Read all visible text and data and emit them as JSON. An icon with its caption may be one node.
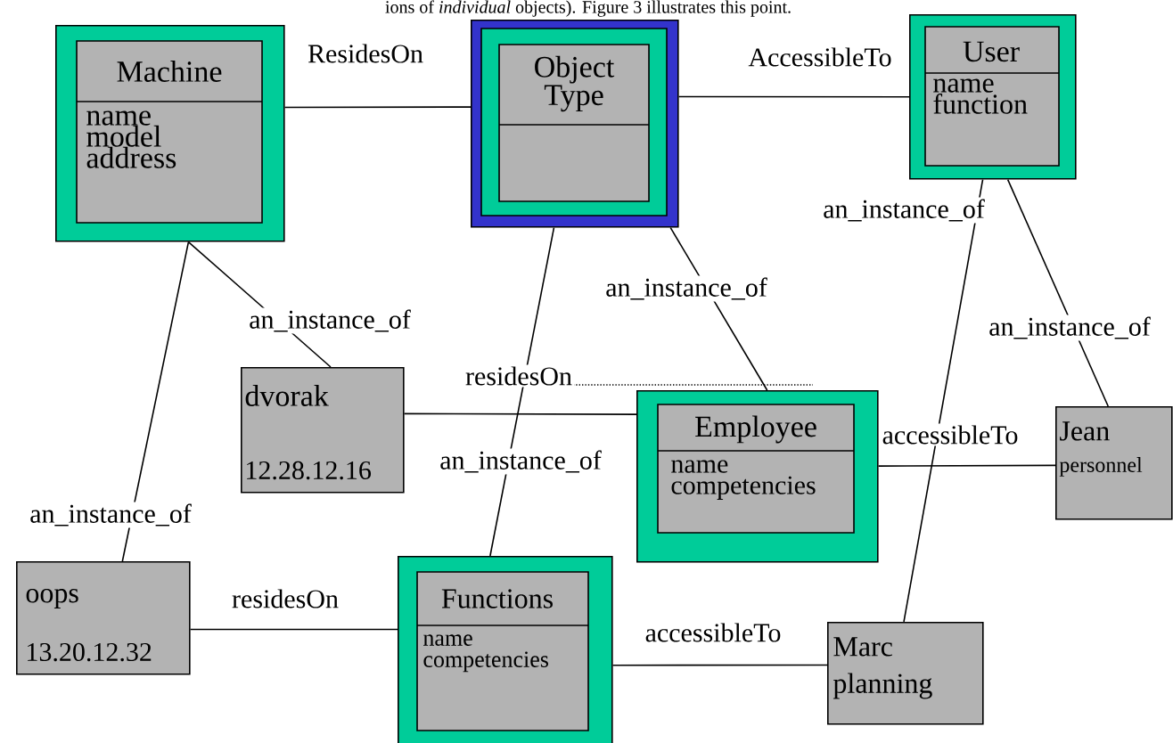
{
  "diagram": {
    "nodes": [
      {
        "text": [
          "Machine",
          "name model address"
        ]
      },
      {
        "text": [
          "Object Type"
        ]
      },
      {
        "text": [
          "User",
          "name function"
        ]
      },
      {
        "text": [
          "dvorak",
          "12.28.12.16"
        ]
      },
      {
        "text": [
          "Employee",
          "name competencies"
        ]
      },
      {
        "text": [
          "Jean",
          "personnel"
        ]
      },
      {
        "text": [
          "oops",
          "13.20.12.32"
        ]
      },
      {
        "text": [
          "Functions",
          "name competencies"
        ]
      },
      {
        "text": [
          "Marc",
          "planning"
        ]
      }
    ],
    "edges": [
      {
        "from": 0,
        "to": 1,
        "arrow": "none",
        "label": "ResidesOn"
      },
      {
        "from": 1,
        "to": 2,
        "arrow": "none",
        "label": "AccessibleTo"
      },
      {
        "from": 0,
        "to": 3,
        "arrow": "none",
        "label": "an_instance_of"
      },
      {
        "from": 0,
        "to": 6,
        "arrow": "none",
        "label": "an_instance_of"
      },
      {
        "from": 1,
        "to": 4,
        "arrow": "none",
        "label": "an_instance_of"
      },
      {
        "from": 1,
        "to": 7,
        "arrow": "none",
        "label": "an_instance_of"
      },
      {
        "from": 2,
        "to": 8,
        "arrow": "none",
        "label": "an_instance_of"
      },
      {
        "from": 2,
        "to": 5,
        "arrow": "none",
        "label": "an_instance_of"
      },
      {
        "from": 3,
        "to": 4,
        "arrow": "none",
        "label": "residesOn"
      },
      {
        "from": 4,
        "to": 5,
        "arrow": "none",
        "label": "accessibleTo"
      },
      {
        "from": 6,
        "to": 7,
        "arrow": "none",
        "label": "residesOn"
      },
      {
        "from": 7,
        "to": 8,
        "arrow": "none",
        "label": "accessibleTo"
      }
    ],
    "labels": [
      "ions of *individual* objects). Figure 3 illustrates this point."
    ]
  }
}
